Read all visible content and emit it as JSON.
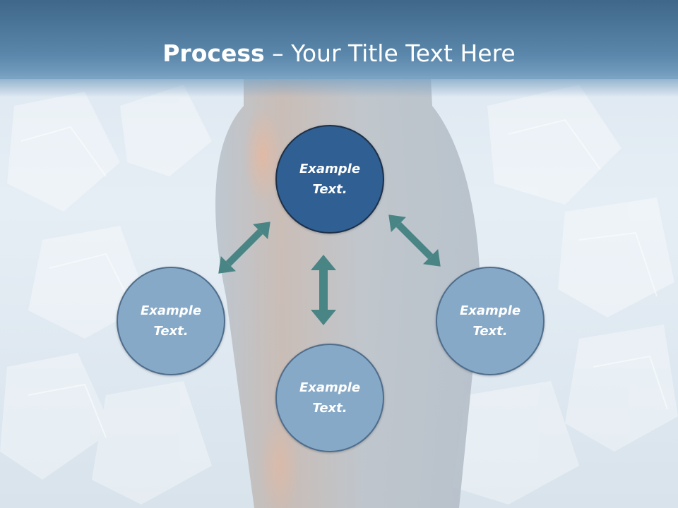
{
  "title": {
    "bold": "Process",
    "rest": " – Your Title Text Here"
  },
  "nodes": [
    {
      "id": "top",
      "label": "Example Text.",
      "style": "dark"
    },
    {
      "id": "left",
      "label": "Example Text.",
      "style": "light"
    },
    {
      "id": "right",
      "label": "Example Text.",
      "style": "light"
    },
    {
      "id": "bottom",
      "label": "Example Text.",
      "style": "light"
    }
  ],
  "colors": {
    "title_bar": "#4f7ca0",
    "node_dark": "#2f5f93",
    "node_light": "#86a9c7",
    "arrow": "#4a8585"
  }
}
